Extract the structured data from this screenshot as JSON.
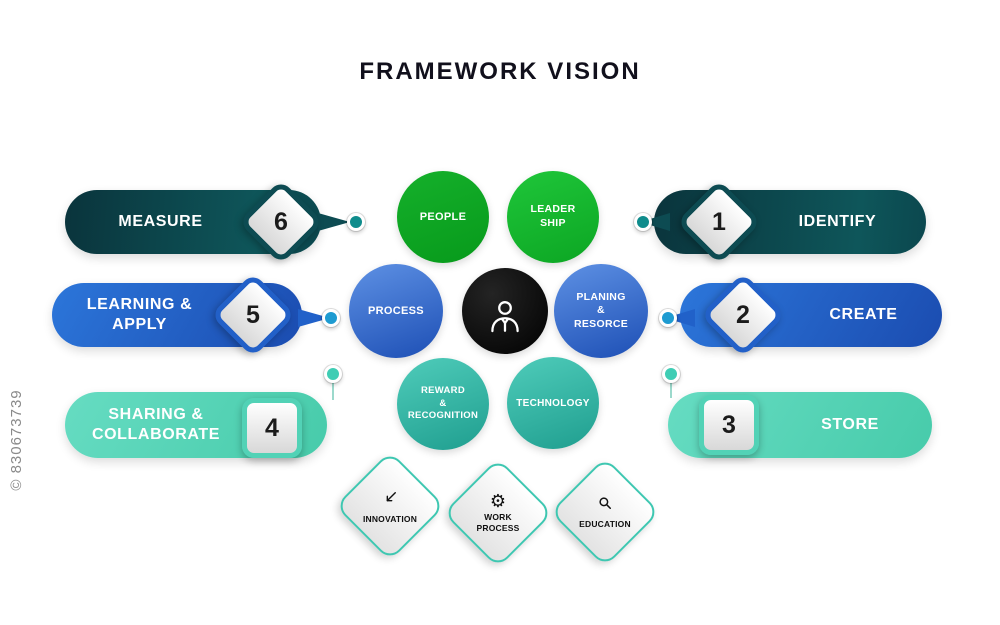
{
  "watermark": "© 830673739",
  "title": "FRAMEWORK VISION",
  "colors": {
    "dark_teal": "#0d4b52",
    "blue": "#2161c9",
    "mint": "#52d2b6",
    "green": "#0ca623",
    "circle_blue": "#1d4fb5",
    "circle_teal": "#1f9e8f",
    "center_black": "#000000"
  },
  "banners": {
    "left": [
      {
        "label": "MEASURE",
        "number": "6"
      },
      {
        "label": "LEARNING &\nAPPLY",
        "number": "5"
      },
      {
        "label": "SHARING &\nCOLLABORATE",
        "number": "4"
      }
    ],
    "right": [
      {
        "label": "IDENTIFY",
        "number": "1"
      },
      {
        "label": "CREATE",
        "number": "2"
      },
      {
        "label": "STORE",
        "number": "3"
      }
    ]
  },
  "circles": [
    {
      "label": "PEOPLE"
    },
    {
      "label": "LEADER\nSHIP"
    },
    {
      "label": "PROCESS"
    },
    {
      "label": "PLANING\n&\nRESORCE"
    },
    {
      "label": "REWARD\n&\nRECOGNITION"
    },
    {
      "label": "TECHNOLOGY"
    }
  ],
  "center": {
    "icon": "person-icon"
  },
  "bottom_diamonds": [
    {
      "label": "INNOVATION",
      "icon": "chart-decline-icon"
    },
    {
      "label": "WORK\nPROCESS",
      "icon": "gear-icon"
    },
    {
      "label": "EDUCATION",
      "icon": "search-icon"
    }
  ]
}
